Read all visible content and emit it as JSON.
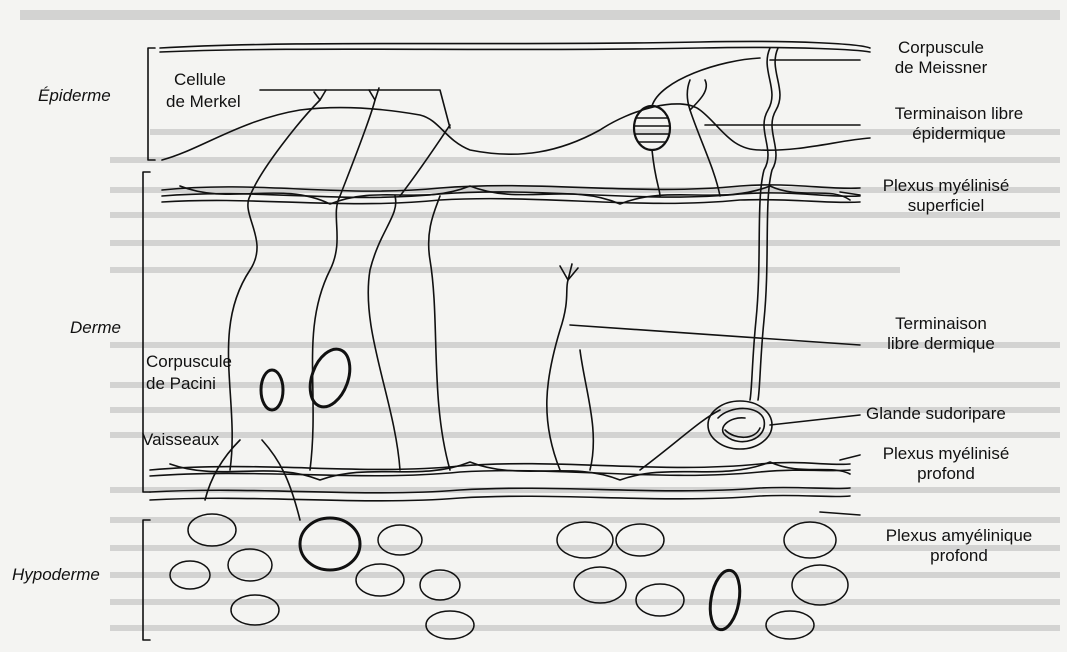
{
  "layers": {
    "epiderme": "Épiderme",
    "derme": "Derme",
    "hypoderme": "Hypoderme"
  },
  "left_labels": {
    "merkel_1": "Cellule",
    "merkel_2": "de Merkel",
    "pacini_1": "Corpuscule",
    "pacini_2": "de Pacini",
    "vaisseaux": "Vaisseaux"
  },
  "right_labels": {
    "meissner_1": "Corpuscule",
    "meissner_2": "de Meissner",
    "libre_epi_1": "Terminaison libre",
    "libre_epi_2": "épidermique",
    "plexus_sup_1": "Plexus myélinisé",
    "plexus_sup_2": "superficiel",
    "libre_der_1": "Terminaison",
    "libre_der_2": "libre dermique",
    "glande": "Glande sudoripare",
    "plexus_prof_1": "Plexus myélinisé",
    "plexus_prof_2": "profond",
    "plexus_amy_1": "Plexus amyélinique",
    "plexus_amy_2": "profond"
  },
  "colors": {
    "ink": "#111111",
    "paper": "#f4f4f2",
    "bleed": "#8a8a8a"
  }
}
